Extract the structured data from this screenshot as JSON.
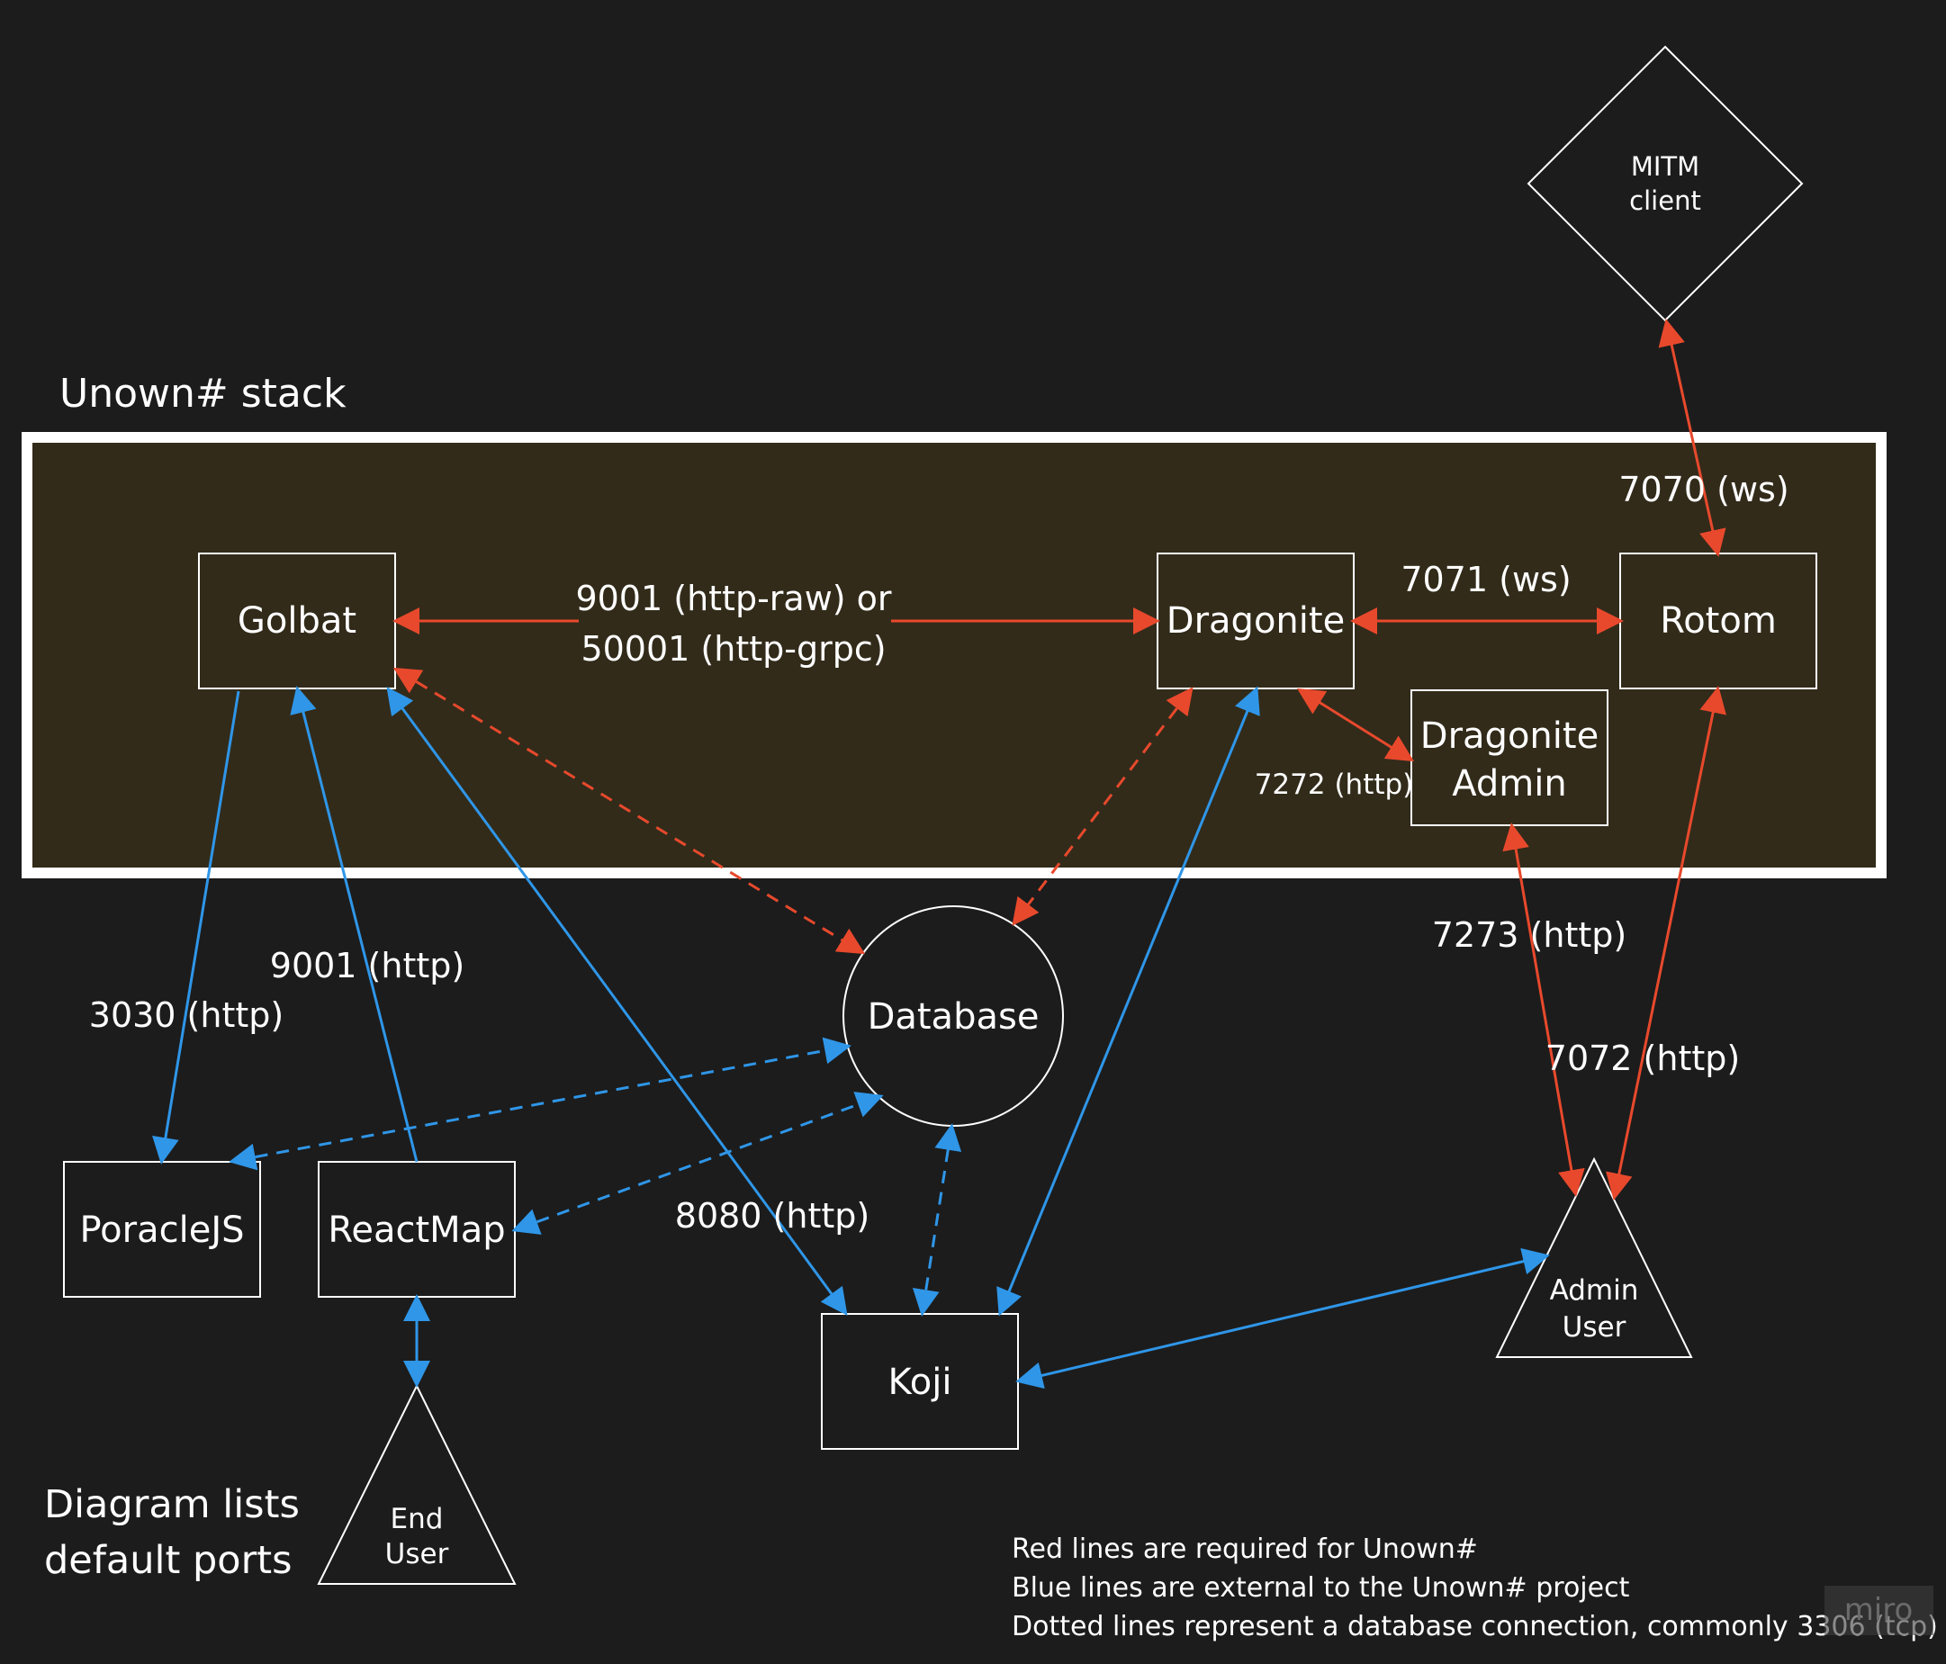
{
  "stack": {
    "title": "Unown# stack",
    "fill": "#322b1a",
    "border": "#ffffff"
  },
  "nodes": {
    "golbat": "Golbat",
    "dragonite": "Dragonite",
    "rotom": "Rotom",
    "dragonite_admin_line1": "Dragonite",
    "dragonite_admin_line2": "Admin",
    "mitm_line1": "MITM",
    "mitm_line2": "client",
    "database": "Database",
    "poraclejs": "PoracleJS",
    "reactmap": "ReactMap",
    "koji": "Koji",
    "admin_user_line1": "Admin",
    "admin_user_line2": "User",
    "end_user_line1": "End",
    "end_user_line2": "User"
  },
  "edge_labels": {
    "golbat_dragonite_line1": "9001 (http-raw) or",
    "golbat_dragonite_line2": "50001 (http-grpc)",
    "dragonite_rotom": "7071 (ws)",
    "rotom_mitm": "7070 (ws)",
    "dragonite_admin": "7272 (http)",
    "admin_user_dragonite_admin": "7273 (http)",
    "admin_user_rotom": "7072 (http)",
    "golbat_poracle": "3030 (http)",
    "reactmap_golbat": "9001 (http)",
    "koji_golbat": "8080 (http)"
  },
  "footnote": {
    "left_line1": "Diagram lists",
    "left_line2": "default ports",
    "legend": [
      "Red lines are required for Unown#",
      "Blue lines are external to the Unown# project",
      "Dotted lines represent a database connection, commonly 3306 (tcp)"
    ],
    "watermark": "miro"
  },
  "colors": {
    "background": "#1c1c1c",
    "required_line": "#e8492c",
    "external_line": "#2f96e8",
    "shape_stroke": "#ffffff"
  }
}
